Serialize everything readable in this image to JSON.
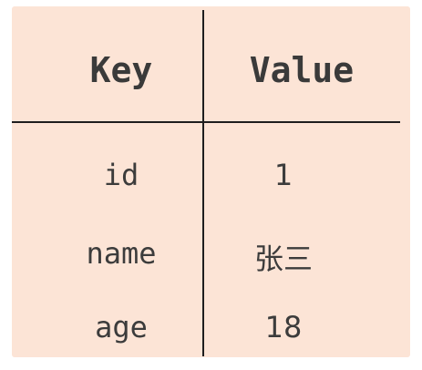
{
  "table": {
    "headers": {
      "key": "Key",
      "value": "Value"
    },
    "rows": [
      {
        "key": "id",
        "value": "1"
      },
      {
        "key": "name",
        "value": "张三"
      },
      {
        "key": "age",
        "value": "18"
      }
    ]
  },
  "colors": {
    "background": "#fce4d6",
    "line": "#1e1e1e",
    "text": "#3c3c3c"
  }
}
